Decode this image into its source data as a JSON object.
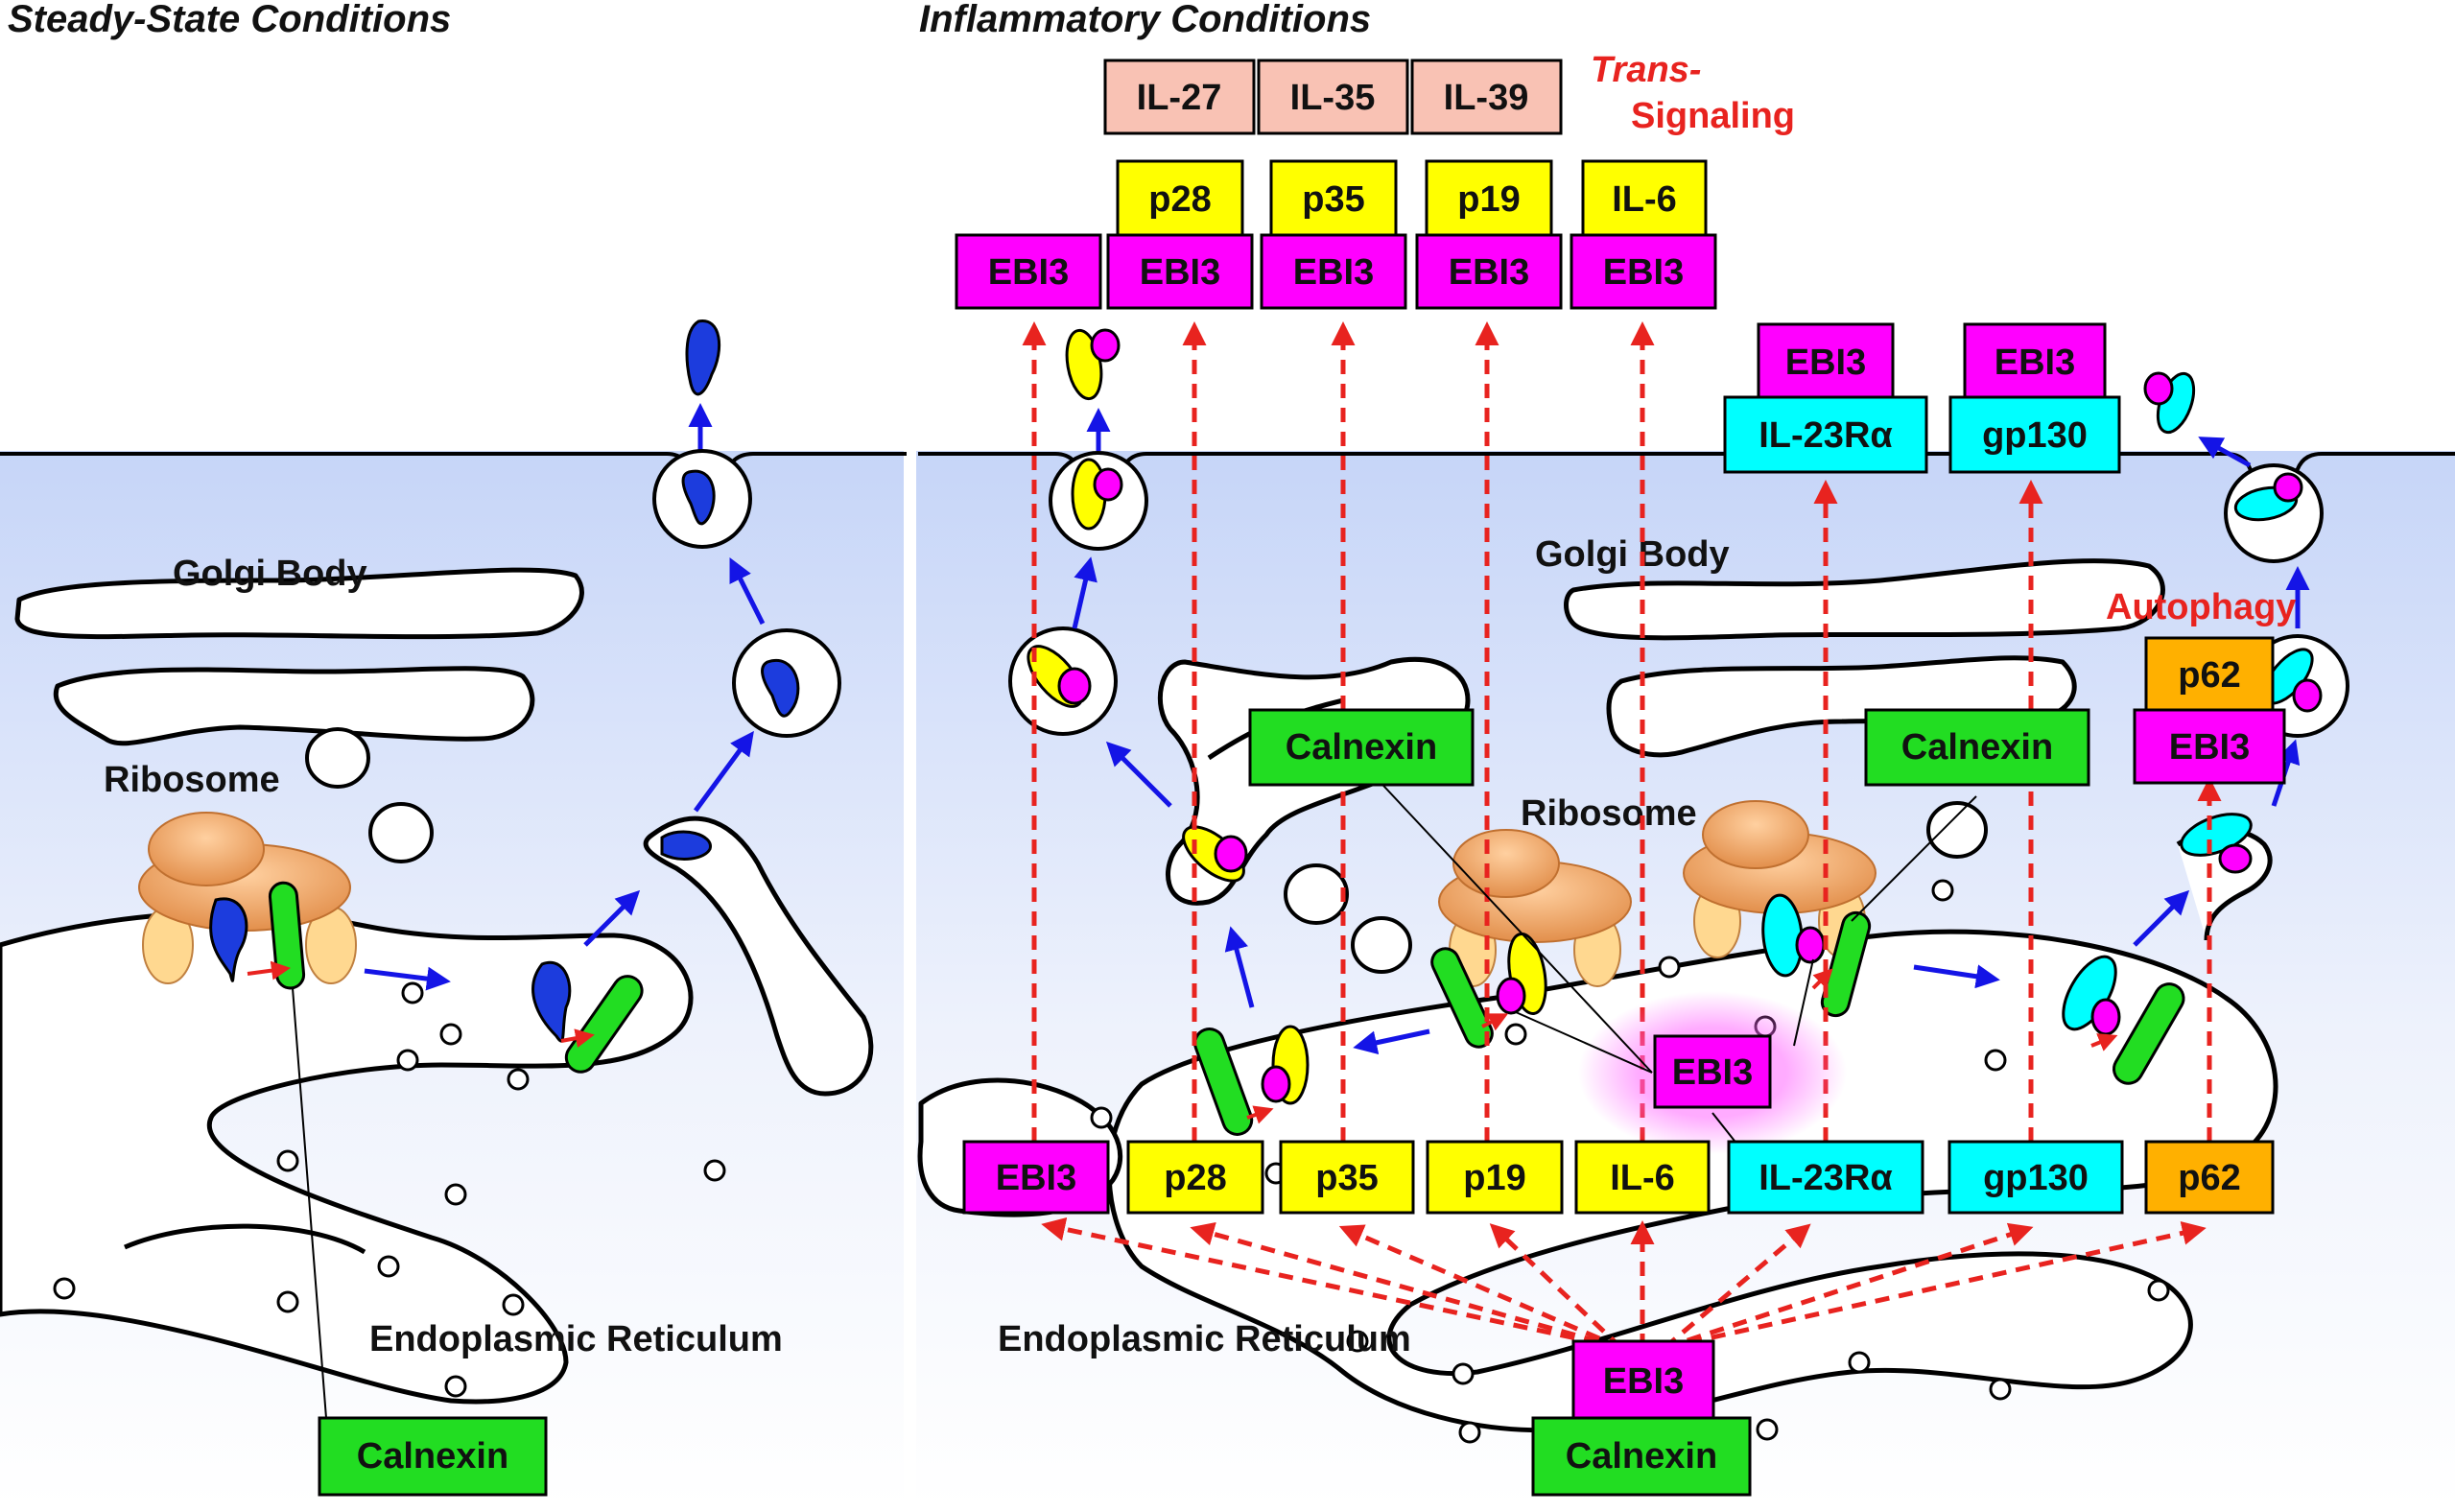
{
  "titles": {
    "left": "Steady-State Conditions",
    "right": "Inflammatory Conditions"
  },
  "labels": {
    "golgi_left": "Golgi Body",
    "golgi_right": "Golgi Body",
    "ribosome_left": "Ribosome",
    "ribosome_right": "Ribosome",
    "er_left": "Endoplasmic Reticulum",
    "er_right": "Endoplasmic Reticulum",
    "trans_1": "Trans-",
    "trans_2": "Signaling",
    "autophagy": "Autophagy"
  },
  "cytokines": [
    "IL-27",
    "IL-35",
    "IL-39"
  ],
  "secreted_pairs": [
    {
      "top": "p28",
      "bottom": "EBI3"
    },
    {
      "top": "p35",
      "bottom": "EBI3"
    },
    {
      "top": "p19",
      "bottom": "EBI3"
    },
    {
      "top": "IL-6",
      "bottom": "EBI3"
    }
  ],
  "secreted_single": "EBI3",
  "receptor_pairs": [
    {
      "top": "EBI3",
      "bottom": "IL-23Rα"
    },
    {
      "top": "EBI3",
      "bottom": "gp130"
    }
  ],
  "autophagy_pair": {
    "top": "p62",
    "bottom": "EBI3"
  },
  "calnexin": {
    "left_bottom": "Calnexin",
    "right_a": "Calnexin",
    "right_b": "Calnexin",
    "right_bottom": "Calnexin"
  },
  "ebi3_center": "EBI3",
  "ebi3_source": "EBI3",
  "partner_row": [
    "EBI3",
    "p28",
    "p35",
    "p19",
    "IL-6",
    "IL-23Rα",
    "gp130",
    "p62"
  ],
  "colors": {
    "ebi3": "#ff00ff",
    "partner": "#ffff00",
    "receptor": "#00ffff",
    "p62": "#ffb000",
    "calnexin": "#00e000",
    "cytokine": "#f9c2b4",
    "secretion_arrow": "#e8231f",
    "traffic_arrow": "#1414e6",
    "cytosol": "#c6d5f8"
  }
}
